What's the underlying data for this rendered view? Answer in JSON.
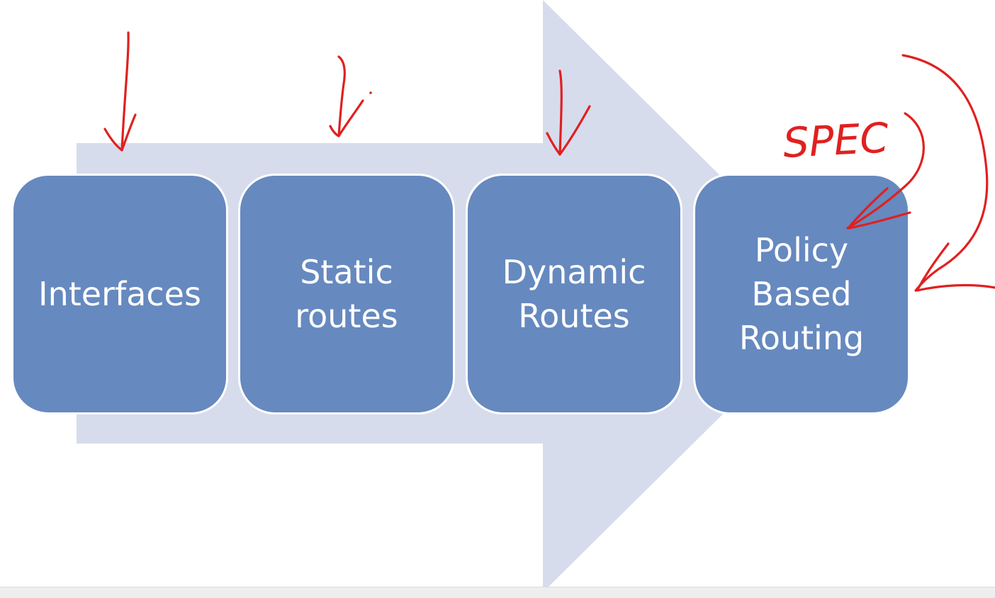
{
  "diagram": {
    "steps": [
      {
        "label": "Interfaces"
      },
      {
        "label": "Static\nroutes"
      },
      {
        "label": "Dynamic\nRoutes"
      },
      {
        "label": "Policy\nBased\nRouting"
      }
    ],
    "colors": {
      "step_fill": "#6689bf",
      "arrow_fill": "#d7dcec",
      "annotation": "#e02020"
    }
  },
  "annotations": {
    "handwritten_note": "SPEC",
    "icons": [
      "down-arrow-icon",
      "down-arrow-icon",
      "down-arrow-icon",
      "curved-arrow-icon",
      "curved-arrow-icon"
    ]
  }
}
